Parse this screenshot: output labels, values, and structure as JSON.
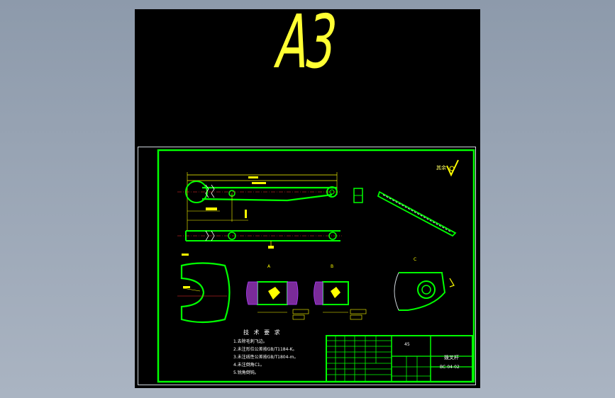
{
  "sheet": {
    "size_label": "A3",
    "roughness_mark": "其余",
    "tech_title": "技 术 要 求",
    "tech_items": [
      "1.去除毛刺飞边。",
      "2.未注形位公差按GB/T1184-K。",
      "3.未注线性公差按GB/T1804-m。",
      "4.未注倒角C1。",
      "5.锐角倒钝。"
    ],
    "title_block": {
      "part_name": "拨叉杆",
      "material": "45",
      "drawing_no": "BC-04-02"
    }
  },
  "colors": {
    "outline": "#00ff00",
    "dimension": "#ffff00",
    "centerline": "#ff3030",
    "hatch": "#b040ff",
    "background": "#000000"
  }
}
